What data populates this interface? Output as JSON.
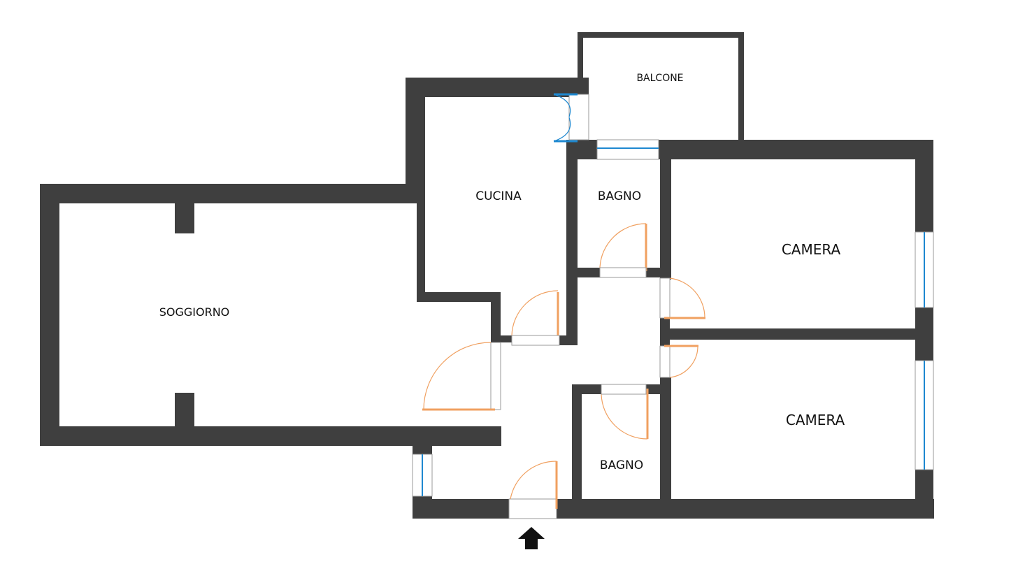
{
  "rooms": {
    "soggiorno": "SOGGIORNO",
    "cucina": "CUCINA",
    "balcone": "BALCONE",
    "bagno_top": "BAGNO",
    "bagno_bottom": "BAGNO",
    "camera_top": "CAMERA",
    "camera_bottom": "CAMERA"
  },
  "colors": {
    "wall": "#3f3f3f",
    "door_swing": "#f0a060",
    "window_glass": "#1e88d0"
  },
  "icons": {
    "entrance": "up-arrow-icon"
  }
}
